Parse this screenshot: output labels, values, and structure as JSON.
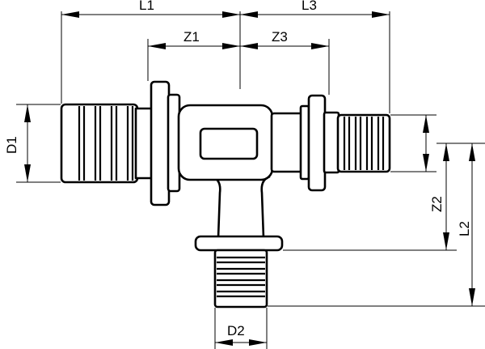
{
  "dimensions": {
    "L1": "L1",
    "L3": "L3",
    "Z1": "Z1",
    "Z3": "Z3",
    "D1": "D1",
    "D2": "D2",
    "Z2": "Z2",
    "L2": "L2"
  }
}
